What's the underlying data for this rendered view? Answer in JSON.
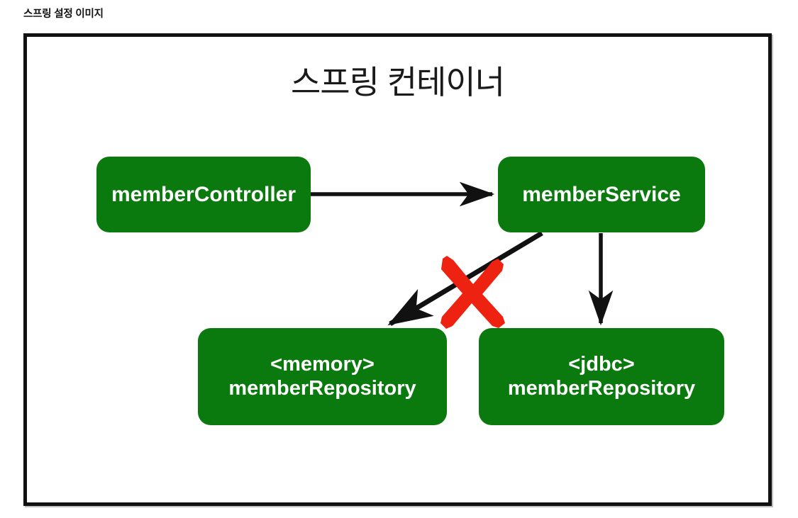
{
  "caption": "스프링 설정 이미지",
  "diagram": {
    "title": "스프링 컨테이너",
    "nodes": [
      {
        "id": "memberController",
        "lines": [
          "memberController"
        ]
      },
      {
        "id": "memberService",
        "lines": [
          "memberService"
        ]
      },
      {
        "id": "memoryRepository",
        "lines": [
          "<memory>",
          "memberRepository"
        ]
      },
      {
        "id": "jdbcRepository",
        "lines": [
          "<jdbc>",
          "memberRepository"
        ]
      }
    ],
    "edges": [
      {
        "id": "controller-to-service",
        "from": "memberController",
        "to": "memberService",
        "style": "solid-arrow",
        "crossed_out": false
      },
      {
        "id": "service-to-memory-repository",
        "from": "memberService",
        "to": "memoryRepository",
        "style": "solid-arrow",
        "crossed_out": true
      },
      {
        "id": "service-to-jdbc-repository",
        "from": "memberService",
        "to": "jdbcRepository",
        "style": "solid-arrow",
        "crossed_out": false
      }
    ],
    "annotations": [
      {
        "id": "x-mark",
        "icon": "red-x-mark",
        "meaning": "connection disabled",
        "color": "#ee2211"
      }
    ],
    "colors": {
      "node_fill": "#0a7a0e",
      "node_text": "#ffffff",
      "edge": "#111111",
      "frame": "#111111",
      "x_mark": "#ee2211",
      "background": "#ffffff"
    }
  }
}
